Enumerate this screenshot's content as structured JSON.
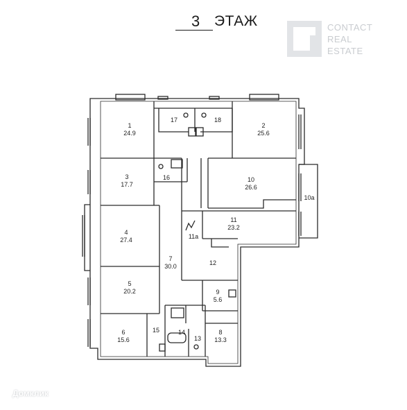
{
  "header": {
    "floor_number": "3",
    "floor_word": "ЭТАЖ"
  },
  "watermark": {
    "lines": [
      "CONTACT",
      "REAL",
      "ESTATE"
    ]
  },
  "rooms": [
    {
      "number": "1",
      "area": "24.9"
    },
    {
      "number": "2",
      "area": "25.6"
    },
    {
      "number": "3",
      "area": "17.7"
    },
    {
      "number": "4",
      "area": "27.4"
    },
    {
      "number": "5",
      "area": "20.2"
    },
    {
      "number": "6",
      "area": "15.6"
    },
    {
      "number": "7",
      "area": "30.0"
    },
    {
      "number": "8",
      "area": "13.3"
    },
    {
      "number": "9",
      "area": "5.6"
    },
    {
      "number": "10",
      "area": "26.6"
    },
    {
      "number": "11",
      "area": "23.2"
    },
    {
      "number": "10а",
      "area": ""
    },
    {
      "number": "11а",
      "area": ""
    },
    {
      "number": "12",
      "area": ""
    },
    {
      "number": "13",
      "area": ""
    },
    {
      "number": "14",
      "area": ""
    },
    {
      "number": "15",
      "area": ""
    },
    {
      "number": "16",
      "area": ""
    },
    {
      "number": "17",
      "area": ""
    },
    {
      "number": "18",
      "area": ""
    }
  ],
  "footer": {
    "brand": "Домклик"
  }
}
